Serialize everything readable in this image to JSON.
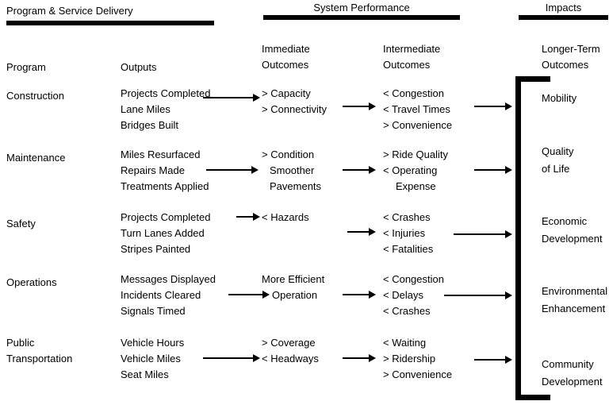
{
  "sections": {
    "program_service_delivery": "Program & Service Delivery",
    "system_performance": "System Performance",
    "impacts": "Impacts"
  },
  "columns": {
    "program": "Program",
    "outputs": "Outputs",
    "immediate_line1": "Immediate",
    "immediate_line2": "Outcomes",
    "intermediate_line1": "Intermediate",
    "intermediate_line2": "Outcomes",
    "longer_term_line1": "Longer-Term",
    "longer_term_line2": "Outcomes"
  },
  "rows": [
    {
      "program": [
        "Construction"
      ],
      "outputs": [
        "Projects Completed",
        "Lane Miles",
        "Bridges Built"
      ],
      "immediate": [
        "> Capacity",
        "> Connectivity"
      ],
      "intermediate": [
        "< Congestion",
        "< Travel Times",
        "> Convenience"
      ],
      "impact": [
        "Mobility"
      ]
    },
    {
      "program": [
        "Maintenance"
      ],
      "outputs": [
        "Miles Resurfaced",
        "Repairs Made",
        "Treatments Applied"
      ],
      "immediate": [
        "> Condition",
        "Smoother",
        "Pavements"
      ],
      "intermediate": [
        "> Ride Quality",
        "< Operating",
        "Expense"
      ],
      "impact": [
        "Quality",
        "of Life"
      ]
    },
    {
      "program": [
        "Safety"
      ],
      "outputs": [
        "Projects Completed",
        "Turn Lanes Added",
        "Stripes Painted"
      ],
      "immediate": [
        "< Hazards"
      ],
      "intermediate": [
        "< Crashes",
        "< Injuries",
        "< Fatalities"
      ],
      "impact": [
        "Economic",
        "Development"
      ]
    },
    {
      "program": [
        "Operations"
      ],
      "outputs": [
        "Messages Displayed",
        "Incidents Cleared",
        "Signals Timed"
      ],
      "immediate": [
        "More Efficient",
        "Operation"
      ],
      "intermediate": [
        "< Congestion",
        "< Delays",
        "< Crashes"
      ],
      "impact": [
        "Environmental",
        "Enhancement"
      ]
    },
    {
      "program": [
        "Public",
        "Transportation"
      ],
      "outputs": [
        "Vehicle Hours",
        "Vehicle Miles",
        "Seat Miles"
      ],
      "immediate": [
        "> Coverage",
        "< Headways"
      ],
      "intermediate": [
        "< Waiting",
        "> Ridership",
        "> Convenience"
      ],
      "impact": [
        "Community",
        "Development"
      ]
    }
  ],
  "colors": {
    "ink": "#000000",
    "background": "#ffffff"
  }
}
